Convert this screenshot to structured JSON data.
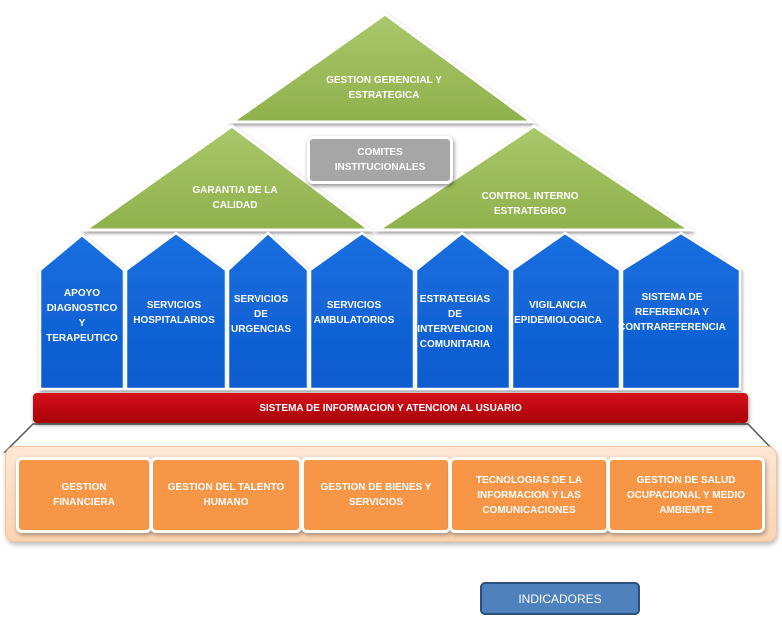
{
  "top": {
    "gestion_gerencial": "GESTION GERENCIAL Y\nESTRATEGICA",
    "comites": "COMITES\nINSTITUCIONALES",
    "garantia": "GARANTIA DE LA\nCALIDAD",
    "control": "CONTROL INTERNO\nESTRATEGIGO"
  },
  "pillars": [
    "APOYO\nDIAGNOSTICO\nY\nTERAPEUTICO",
    "SERVICIOS\nHOSPITALARIOS",
    "SERVICIOS\nDE\nURGENCIAS",
    "SERVICIOS\nAMBULATORIOS",
    "ESTRATEGIAS\nDE\nINTERVENCION\nCOMUNITARIA",
    "VIGILANCIA\nEPIDEMIOLOGICA",
    "SISTEMA DE\nREFERENCIA Y\nCONTRAREFERENCIA"
  ],
  "info_bar": "SISTEMA DE INFORMACION Y ATENCION AL USUARIO",
  "base": [
    "GESTION\nFINANCIERA",
    "GESTION DEL TALENTO\nHUMANO",
    "GESTION DE BIENES Y\nSERVICIOS",
    "TECNOLOGIAS DE LA\nINFORMACION Y LAS\nCOMUNICACIONES",
    "GESTION DE SALUD\nOCUPACIONAL Y MEDIO\nAMBIEMTE"
  ],
  "indicadores": "INDICADORES",
  "colors": {
    "green": "#9bbb59",
    "blue": "#0070c0",
    "red": "#c00000",
    "orange": "#f79646",
    "gray": "#a6a6a6",
    "indicator_blue": "#4f81bd"
  }
}
